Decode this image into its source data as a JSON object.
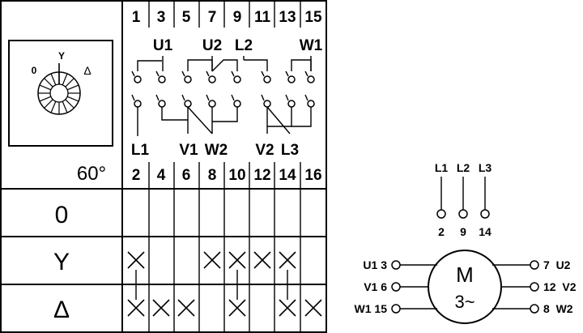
{
  "top_terminals": [
    "1",
    "3",
    "5",
    "7",
    "9",
    "11",
    "13",
    "15"
  ],
  "bottom_terminals": [
    "2",
    "4",
    "6",
    "8",
    "10",
    "12",
    "14",
    "16"
  ],
  "upper_labels": {
    "u1": "U1",
    "u2": "U2",
    "l2": "L2",
    "w1": "W1"
  },
  "lower_labels": {
    "l1": "L1",
    "v1": "V1",
    "w2": "W2",
    "v2": "V2",
    "l3": "L3"
  },
  "dial": {
    "pos_0": "0",
    "pos_y": "Y",
    "pos_delta": "Δ"
  },
  "angle": "60°",
  "rows": [
    {
      "label": "0",
      "marks": [
        false,
        false,
        false,
        false,
        false,
        false,
        false,
        false
      ]
    },
    {
      "label": "Y",
      "marks": [
        true,
        false,
        false,
        true,
        true,
        true,
        true,
        false
      ]
    },
    {
      "label": "Δ",
      "marks": [
        true,
        true,
        true,
        false,
        true,
        false,
        true,
        true
      ]
    }
  ],
  "motor": {
    "label": "M",
    "sublabel": "3~",
    "supply": [
      {
        "name": "L1",
        "terminal": "2"
      },
      {
        "name": "L2",
        "terminal": "9"
      },
      {
        "name": "L3",
        "terminal": "14"
      }
    ],
    "left_terminals": [
      "U1 3",
      "V1 6",
      "W1 15"
    ],
    "right_terminals": [
      "7  U2",
      "12  V2",
      "8  W2"
    ]
  }
}
